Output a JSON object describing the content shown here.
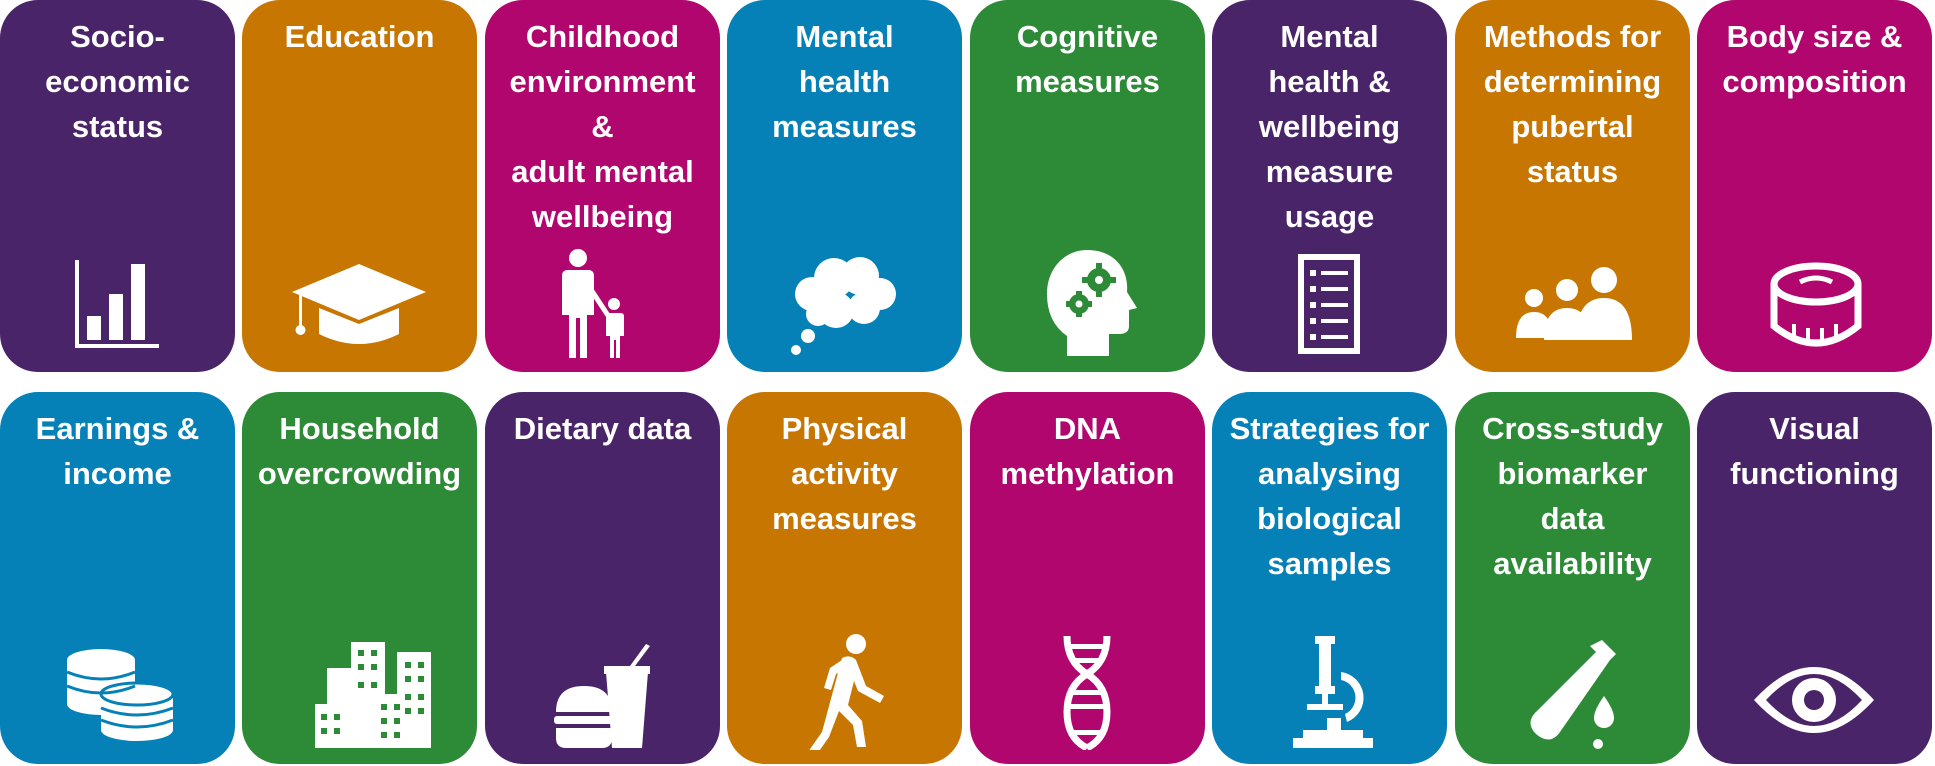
{
  "colors": {
    "purple": "#4a2469",
    "orange": "#c77602",
    "magenta": "#b0066d",
    "blue": "#0581b7",
    "green": "#2d8a36"
  },
  "tiles": [
    {
      "title": "Socio-\neconomic\nstatus",
      "color": "#4a2469",
      "icon": "bar-chart-icon"
    },
    {
      "title": "Education",
      "color": "#c77602",
      "icon": "graduation-cap-icon"
    },
    {
      "title": "Childhood\nenvironment\n&\nadult mental\nwellbeing",
      "color": "#b0066d",
      "icon": "parent-child-icon"
    },
    {
      "title": "Mental\nhealth\nmeasures",
      "color": "#0581b7",
      "icon": "thought-cloud-icon"
    },
    {
      "title": "Cognitive\nmeasures",
      "color": "#2d8a36",
      "icon": "head-gears-icon"
    },
    {
      "title": "Mental\nhealth &\nwellbeing\nmeasure\nusage",
      "color": "#4a2469",
      "icon": "checklist-icon"
    },
    {
      "title": "Methods for\ndetermining\npubertal\nstatus",
      "color": "#c77602",
      "icon": "group-of-people-icon"
    },
    {
      "title": "Body size &\ncomposition",
      "color": "#b0066d",
      "icon": "tape-measure-icon"
    },
    {
      "title": "Earnings &\nincome",
      "color": "#0581b7",
      "icon": "coin-stacks-icon"
    },
    {
      "title": "Household\novercrowding",
      "color": "#2d8a36",
      "icon": "buildings-icon"
    },
    {
      "title": "Dietary data",
      "color": "#4a2469",
      "icon": "burger-drink-icon"
    },
    {
      "title": "Physical\nactivity\nmeasures",
      "color": "#c77602",
      "icon": "walking-person-icon"
    },
    {
      "title": "DNA\nmethylation",
      "color": "#b0066d",
      "icon": "dna-helix-icon"
    },
    {
      "title": "Strategies for\nanalysing\nbiological\nsamples",
      "color": "#0581b7",
      "icon": "microscope-icon"
    },
    {
      "title": "Cross-study\nbiomarker\ndata\navailability",
      "color": "#2d8a36",
      "icon": "test-tube-icon"
    },
    {
      "title": "Visual\nfunctioning",
      "color": "#4a2469",
      "icon": "eye-icon"
    }
  ]
}
